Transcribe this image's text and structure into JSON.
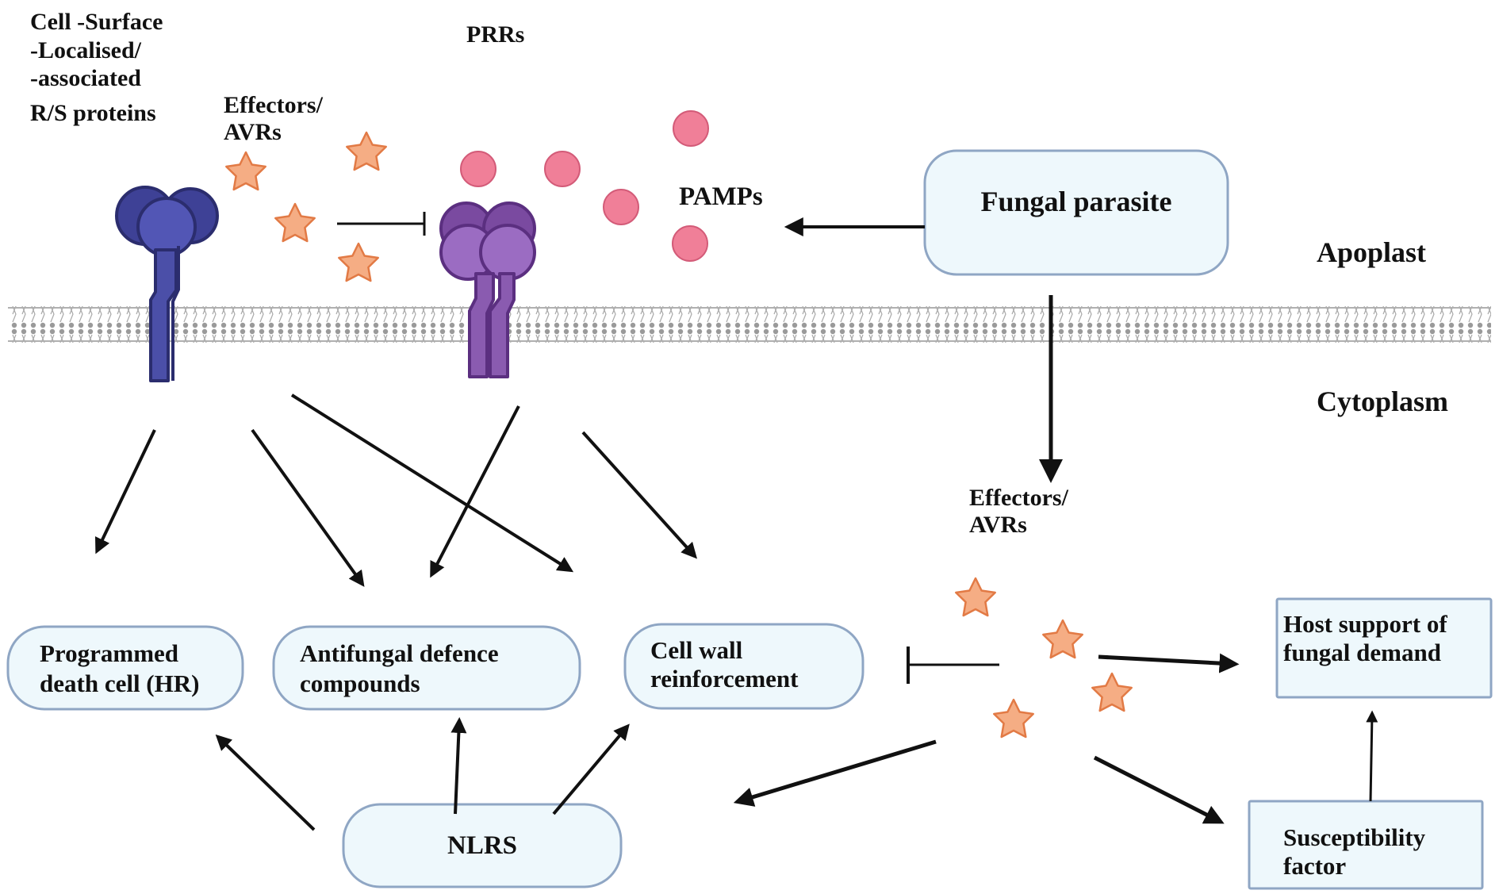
{
  "labels": {
    "cell_surface": [
      "Cell -Surface",
      "-Localised/",
      "-associated",
      "R/S proteins"
    ],
    "prrs": "PRRs",
    "effectors_top": [
      "Effectors/",
      "AVRs"
    ],
    "pamps": "PAMPs",
    "apoplast": "Apoplast",
    "cytoplasm": "Cytoplasm",
    "effectors_mid": [
      "Effectors/",
      "AVRs"
    ]
  },
  "nodes": {
    "fungal_parasite": "Fungal parasite",
    "programmed_death": [
      "Programmed",
      "death cell (HR)"
    ],
    "antifungal": [
      "Antifungal defence",
      "compounds"
    ],
    "cell_wall": [
      "Cell wall",
      "reinforcement"
    ],
    "nlrs": "NLRS",
    "host_support": [
      "Host support of",
      "fungal demand"
    ],
    "susceptibility": [
      "Susceptibility",
      "factor"
    ]
  },
  "colors": {
    "receptor_blue": "#4b4fa8",
    "receptor_purple": "#8a5bb0",
    "pamp_pink": "#ef7f98",
    "star_orange": "#f2a47a",
    "membrane": "#8a8a8a"
  }
}
